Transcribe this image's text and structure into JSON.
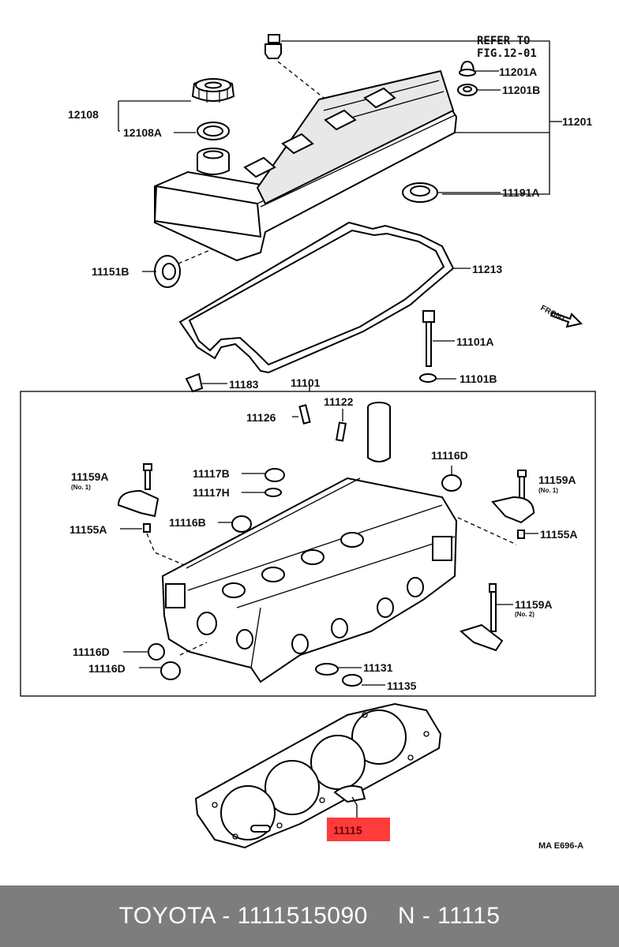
{
  "diagram": {
    "refer_line1": "REFER TO",
    "refer_line2": "FIG.12-01",
    "labels": {
      "p11201A": "11201A",
      "p11201B": "11201B",
      "p11201": "11201",
      "p12108": "12108",
      "p12108A": "12108A",
      "p11191A": "11191A",
      "p11151B": "11151B",
      "p11213": "11213",
      "front": "FRONT",
      "p11101A": "11101A",
      "p11101B": "11101B",
      "p11183": "11183",
      "p11101": "11101",
      "p11126": "11126",
      "p11122": "11122",
      "p11116D_top": "11116D",
      "p11159A_left": "11159A",
      "no1_left": "(No. 1)",
      "p11117B": "11117B",
      "p11117H": "11117H",
      "p11159A_right": "11159A",
      "no1_right": "(No. 1)",
      "p11155A_left": "11155A",
      "p11116B": "11116B",
      "p11155A_right": "11155A",
      "p11159A_lower": "11159A",
      "no2": "(No. 2)",
      "p11116D_a": "11116D",
      "p11116D_b": "11116D",
      "p11131": "11131",
      "p11135": "11135",
      "p11115": "11115",
      "code": "MA E696-A"
    },
    "highlight_color": "#ff3b3b"
  },
  "footer": {
    "brand_part": "TOYOTA - 1111515090",
    "ref": "N - 11115"
  }
}
